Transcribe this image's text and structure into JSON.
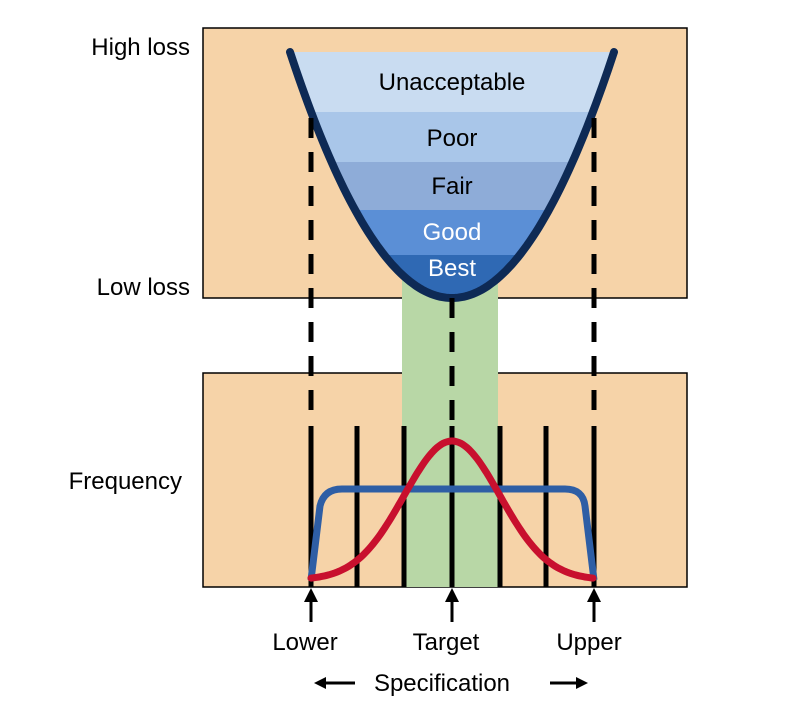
{
  "loss_axis": {
    "high_label": "High loss",
    "low_label": "Low loss"
  },
  "quality_bands": [
    {
      "label": "Unacceptable",
      "color": "#c9dcf1",
      "text_color": "#000000"
    },
    {
      "label": "Poor",
      "color": "#a9c6e9",
      "text_color": "#000000"
    },
    {
      "label": "Fair",
      "color": "#8eacd8",
      "text_color": "#000000"
    },
    {
      "label": "Good",
      "color": "#5b8fd6",
      "text_color": "#ffffff"
    },
    {
      "label": "Best",
      "color": "#2f69b4",
      "text_color": "#ffffff"
    }
  ],
  "distribution_panel": {
    "frequency_label": "Frequency"
  },
  "spec_markers": {
    "lower": "Lower",
    "target": "Target",
    "upper": "Upper"
  },
  "spec_axis": {
    "label": "Specification",
    "left_arrow": "⟵",
    "right_arrow": "⟶"
  },
  "colors": {
    "panel_fill": "#f6d3a8",
    "loss_curve": "#0e2a55",
    "target_band": "#b8d7a6",
    "uniform_distribution": "#2e5ea5",
    "normal_distribution": "#c8102e",
    "guide_lines": "#000000"
  }
}
